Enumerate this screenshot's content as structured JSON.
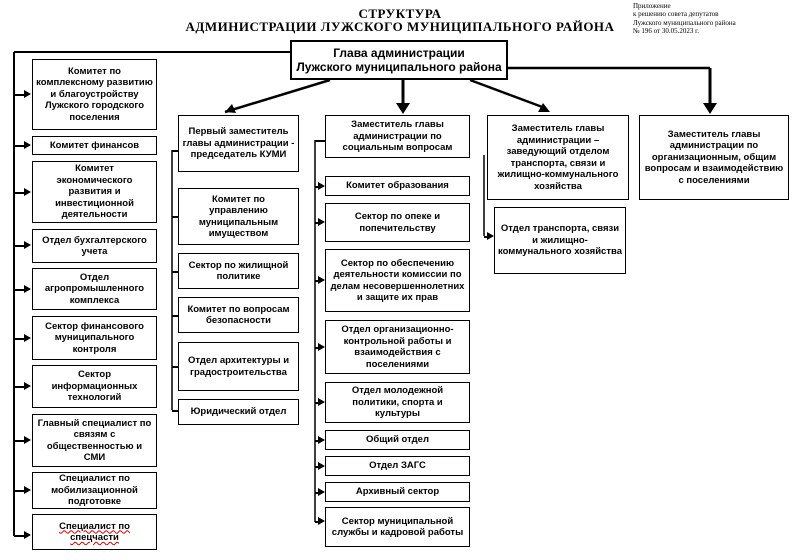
{
  "header": {
    "title_line1": "СТРУКТУРА",
    "title_line2": "АДМИНИСТРАЦИИ ЛУЖСКОГО МУНИЦИПАЛЬНОГО РАЙОНА"
  },
  "appendix": {
    "line1": "Приложение",
    "line2": "к  решению совета депутатов",
    "line3": "Лужского муниципального района",
    "line4": "№  196  от 30.05.2023 г."
  },
  "head_box": {
    "line1": "Глава администрации",
    "line2": "Лужского муниципального района"
  },
  "left_column": [
    "Комитет по комплексному развитию и благоустройству Лужского городского поселения",
    "Комитет финансов",
    "Комитет экономического развития и инвестиционной деятельности",
    "Отдел бухгалтерского учета",
    "Отдел агропромышленного комплекса",
    "Сектор финансового муниципального контроля",
    "Сектор информационных технологий",
    "Главный специалист по связям с общественностью и СМИ",
    "Специалист по мобилизационной подготовке",
    "Специалист по спецчасти"
  ],
  "deputy1": {
    "title": "Первый заместитель главы администрации - председатель КУМИ",
    "units": [
      "Комитет по управлению муниципальным имуществом",
      "Сектор по жилищной политике",
      "Комитет по вопросам безопасности",
      "Отдел архитектуры и градостроительства",
      "Юридический отдел"
    ]
  },
  "deputy2": {
    "title": "Заместитель главы администрации по социальным вопросам",
    "units": [
      "Комитет образования",
      "Сектор по опеке и попечительству",
      "Сектор по обеспечению деятельности комиссии по делам несовершеннолетних и защите их прав",
      "Отдел организационно-контрольной работы и взаимодействия с поселениями",
      "Отдел молодежной политики, спорта и культуры",
      "Общий отдел",
      "Отдел ЗАГС",
      "Архивный сектор",
      "Сектор муниципальной службы и кадровой работы"
    ]
  },
  "deputy3": {
    "title": "Заместитель главы администрации – заведующий отделом транспорта, связи и жилищно-коммунального хозяйства",
    "units": [
      "Отдел транспорта, связи и жилищно-коммунального хозяйства"
    ]
  },
  "deputy4": {
    "title": "Заместитель главы администрации по организационным, общим вопросам и взаимодействию с поселениями"
  }
}
